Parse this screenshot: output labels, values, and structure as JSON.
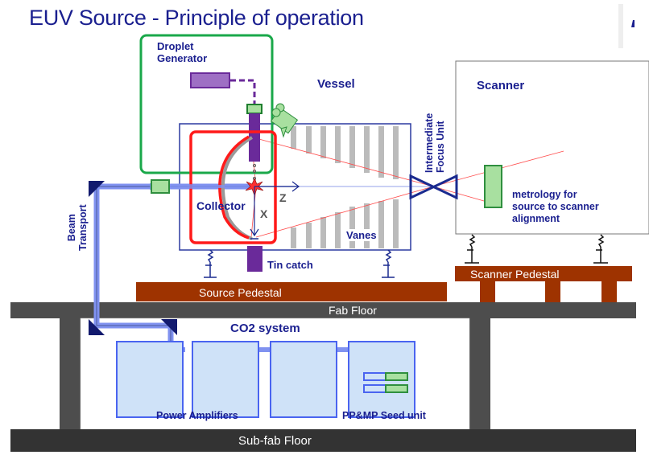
{
  "title": "EUV Source - Principle of operation",
  "labels": {
    "droplet_generator_line1": "Droplet",
    "droplet_generator_line2": "Generator",
    "vessel": "Vessel",
    "scanner": "Scanner",
    "intermediate_focus_line1": "Intermediate",
    "intermediate_focus_line2": "Focus Unit",
    "collector": "Collector",
    "axis_z": "Z",
    "axis_x": "X",
    "vanes": "Vanes",
    "tin_catch": "Tin catch",
    "beam_transport_line1": "Beam",
    "beam_transport_line2": "Transport",
    "metrology_line1": "metrology for",
    "metrology_line2": "source to scanner",
    "metrology_line3": "alignment",
    "source_pedestal": "Source Pedestal",
    "scanner_pedestal": "Scanner Pedestal",
    "fab_floor": "Fab Floor",
    "co2_system": "CO2 system",
    "power_amplifiers": "Power Amplifiers",
    "seed_unit": "PP&MP Seed unit",
    "sub_fab_floor": "Sub-fab Floor"
  },
  "colors": {
    "title_blue": "#1a1f8f",
    "droplet_box_green": "#1aa84a",
    "collector_box_red": "#ff1a1a",
    "vessel_outline": "#2b3aa0",
    "pedestal_brown": "#9e3300",
    "floor_gray": "#4d4d4d",
    "subfloor_dark": "#333333",
    "beam_blue": "#8092f0",
    "amp_fill": "#cfe2f8",
    "amp_border": "#4a64f0",
    "droplet_purple": "#6a2a9a",
    "metrology_green": "#a8e0a0"
  }
}
